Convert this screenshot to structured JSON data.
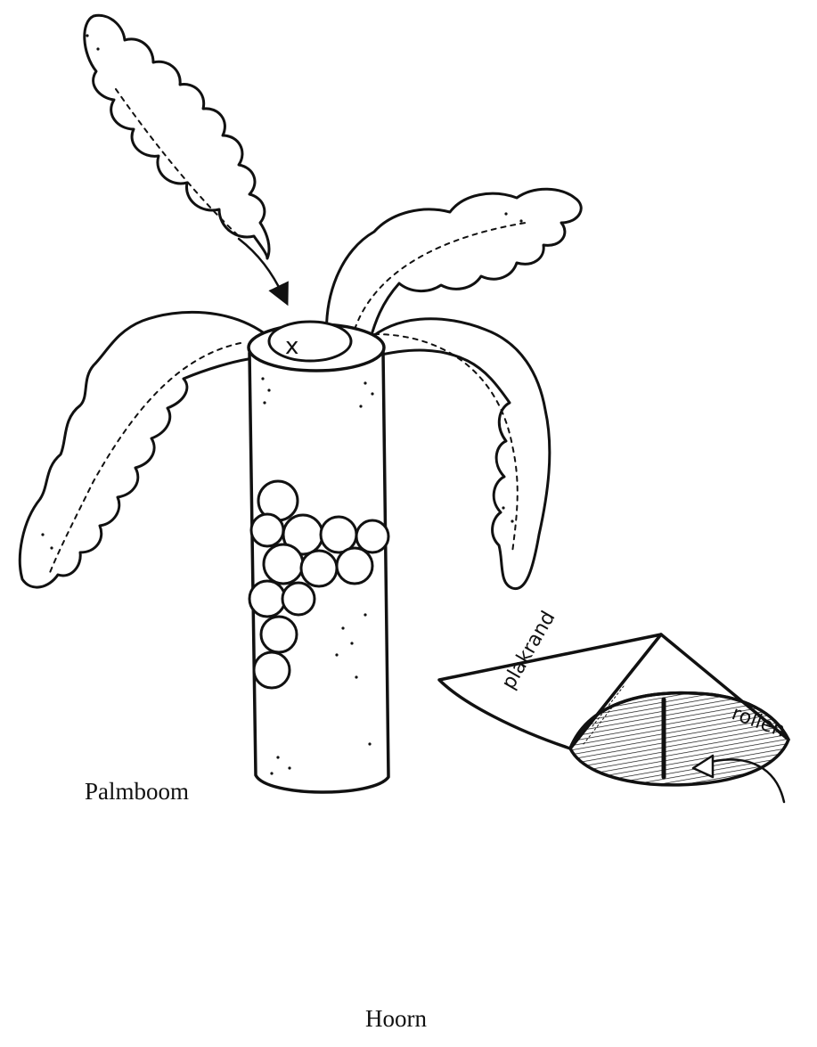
{
  "captions": {
    "palm": "Palmboom",
    "horn": "Hoorn"
  },
  "labels": {
    "cross_mark": "x",
    "glue_edge": "plakrand",
    "roll": "rollen"
  },
  "colors": {
    "ink": "#111111",
    "paper": "#ffffff"
  }
}
